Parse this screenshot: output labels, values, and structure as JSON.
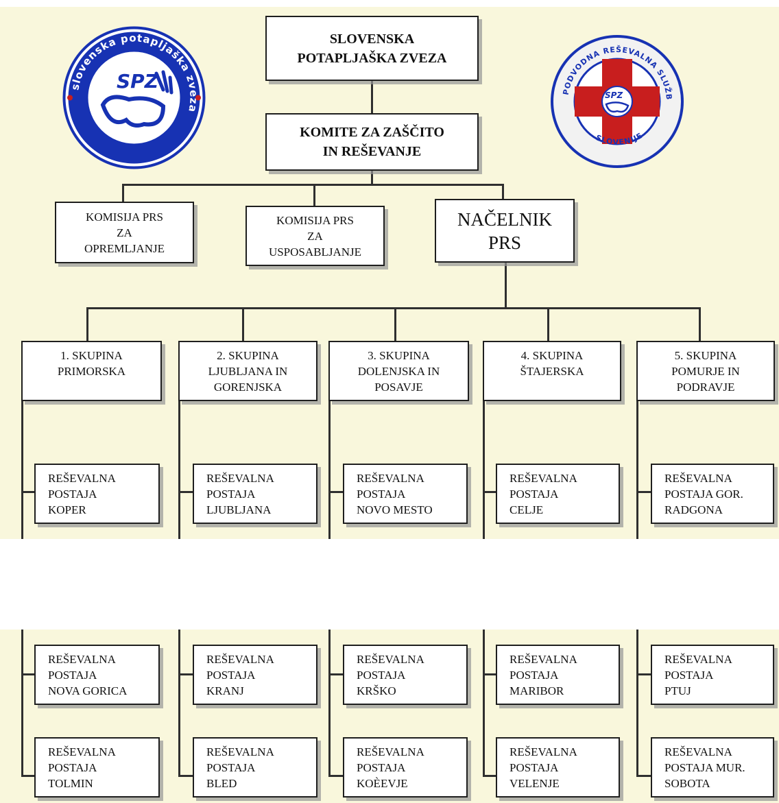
{
  "colors": {
    "background": "#f9f7dc",
    "box_border": "#1e1e1e",
    "line": "#2f2f2f",
    "logo_blue": "#1732b3",
    "logo_red": "#c81e1e"
  },
  "logos": {
    "left": {
      "brand": "SPZ",
      "ring_text": "slovenska potapljaška zveza"
    },
    "right": {
      "brand": "SPZ",
      "ring_top": "PODVODNA REŠEVALNA SLUŽBA",
      "ring_bottom": "SLOVENIJE"
    }
  },
  "top": {
    "root": [
      "SLOVENSKA",
      "POTAPLJAŠKA ZVEZA"
    ],
    "committee": [
      "KOMITE ZA ZAŠČITO",
      "IN REŠEVANJE"
    ],
    "commission_equipment": [
      "KOMISIJA PRS",
      "ZA",
      "OPREMLJANJE"
    ],
    "commission_training": [
      "KOMISIJA PRS",
      "ZA",
      "USPOSABLJANJE"
    ],
    "chief": [
      "NAČELNIK",
      "PRS"
    ]
  },
  "groups": [
    {
      "name": [
        "1. SKUPINA",
        "PRIMORSKA"
      ]
    },
    {
      "name": [
        "2. SKUPINA",
        "LJUBLJANA IN",
        "GORENJSKA"
      ]
    },
    {
      "name": [
        "3. SKUPINA",
        "DOLENJSKA IN",
        "POSAVJE"
      ]
    },
    {
      "name": [
        "4. SKUPINA",
        "ŠTAJERSKA"
      ]
    },
    {
      "name": [
        "5. SKUPINA",
        "POMURJE IN",
        "PODRAVJE"
      ]
    }
  ],
  "stations": [
    [
      [
        "REŠEVALNA",
        "POSTAJA",
        "KOPER"
      ],
      [
        "REŠEVALNA",
        "POSTAJA",
        "NOVA GORICA"
      ],
      [
        "REŠEVALNA",
        "POSTAJA",
        "TOLMIN"
      ]
    ],
    [
      [
        "REŠEVALNA",
        "POSTAJA",
        "LJUBLJANA"
      ],
      [
        "REŠEVALNA",
        "POSTAJA",
        "KRANJ"
      ],
      [
        "REŠEVALNA",
        "POSTAJA",
        "BLED"
      ]
    ],
    [
      [
        "REŠEVALNA",
        "POSTAJA",
        "NOVO MESTO"
      ],
      [
        "REŠEVALNA",
        "POSTAJA",
        "KRŠKO"
      ],
      [
        "REŠEVALNA",
        "POSTAJA",
        "KOÈEVJE"
      ]
    ],
    [
      [
        "REŠEVALNA",
        "POSTAJA",
        "CELJE"
      ],
      [
        "REŠEVALNA",
        "POSTAJA",
        "MARIBOR"
      ],
      [
        "REŠEVALNA",
        "POSTAJA",
        "VELENJE"
      ]
    ],
    [
      [
        "REŠEVALNA",
        "POSTAJA GOR.",
        "RADGONA"
      ],
      [
        "REŠEVALNA",
        "POSTAJA",
        "PTUJ"
      ],
      [
        "REŠEVALNA",
        "POSTAJA MUR.",
        "SOBOTA"
      ]
    ]
  ]
}
